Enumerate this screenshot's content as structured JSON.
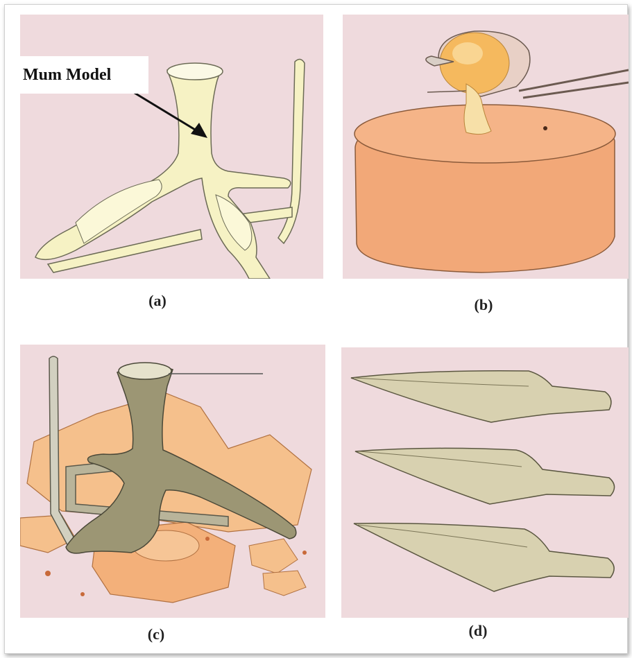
{
  "figure": {
    "label": "Mum Model",
    "captions": {
      "a": "(a)",
      "b": "(b)",
      "c": "(c)",
      "d": "(d)"
    }
  },
  "colors": {
    "panel_background": "#efdadd",
    "wax_model": "#f6f2c4",
    "clay_mold": "#f2a878",
    "molten_metal": "#f5b95e",
    "cast_bronze": "#9c9674",
    "spearhead": "#d8d1b0"
  }
}
